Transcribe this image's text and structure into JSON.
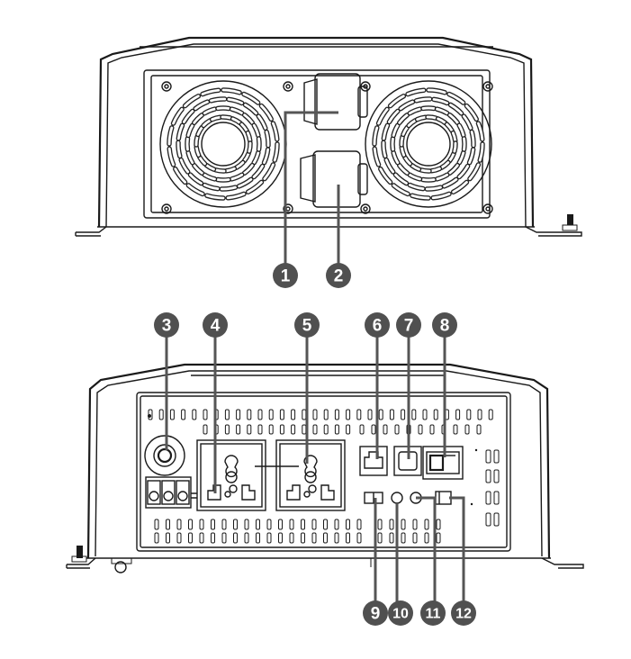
{
  "colors": {
    "outline": "#1a1a1a",
    "callout_badge": "#505050",
    "callout_text": "#ffffff",
    "leader_line": "#555555",
    "background": "#ffffff"
  },
  "callouts": [
    {
      "number": "1",
      "view": "top"
    },
    {
      "number": "2",
      "view": "top"
    },
    {
      "number": "3",
      "view": "front"
    },
    {
      "number": "4",
      "view": "front"
    },
    {
      "number": "5",
      "view": "front"
    },
    {
      "number": "6",
      "view": "front"
    },
    {
      "number": "7",
      "view": "front"
    },
    {
      "number": "8",
      "view": "front"
    },
    {
      "number": "9",
      "view": "front"
    },
    {
      "number": "10",
      "view": "front"
    },
    {
      "number": "11",
      "view": "front"
    },
    {
      "number": "12",
      "view": "front"
    }
  ],
  "icons": [
    "fan-grille-icon",
    "ac-socket-icon",
    "terminal-block-icon",
    "rj-port-icon",
    "rocker-switch-icon"
  ]
}
